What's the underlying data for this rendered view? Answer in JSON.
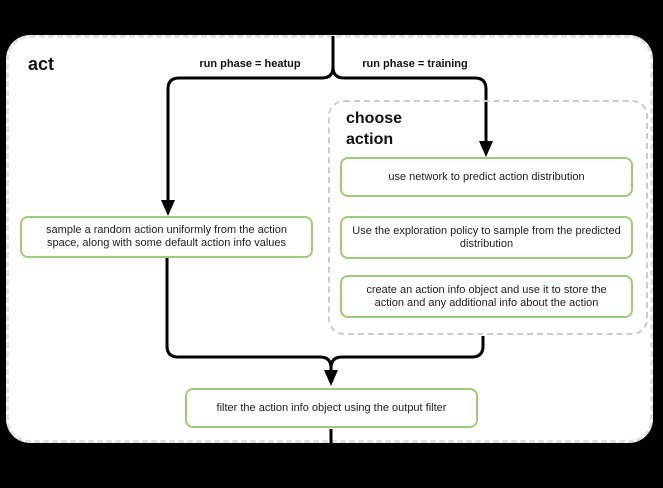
{
  "diagram": {
    "frame": {
      "title": "act"
    },
    "edges": {
      "heatup_label": "run phase = heatup",
      "training_label": "run phase = training"
    },
    "group": {
      "title": "choose action"
    },
    "nodes": {
      "sample_random": "sample a random action uniformly from the action space, along with some default action info values",
      "predict": "use network to predict action distribution",
      "explore": "Use the exploration policy to sample from the predicted distribution",
      "action_info": "create an action info object and use it to store the action and any additional info about the action",
      "filter": "filter the action info object using the output filter"
    },
    "colors": {
      "page_background": "#000000",
      "frame_background": "#ffffff",
      "frame_border": "#e2e2e2",
      "group_border": "#cccccc",
      "node_border": "#9bce73",
      "connector": "#000000",
      "text": "#111111"
    }
  }
}
